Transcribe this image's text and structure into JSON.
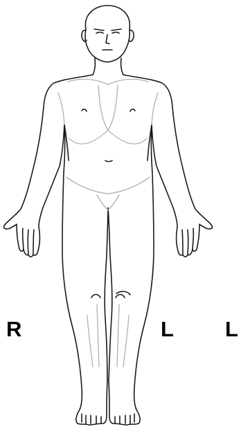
{
  "labels": {
    "right": "R",
    "left": "L",
    "left_extra": "L"
  },
  "colors": {
    "outline": "#1a1a1a",
    "inner_detail": "#b5b5b5",
    "label": "#000000",
    "background": "#ffffff"
  }
}
